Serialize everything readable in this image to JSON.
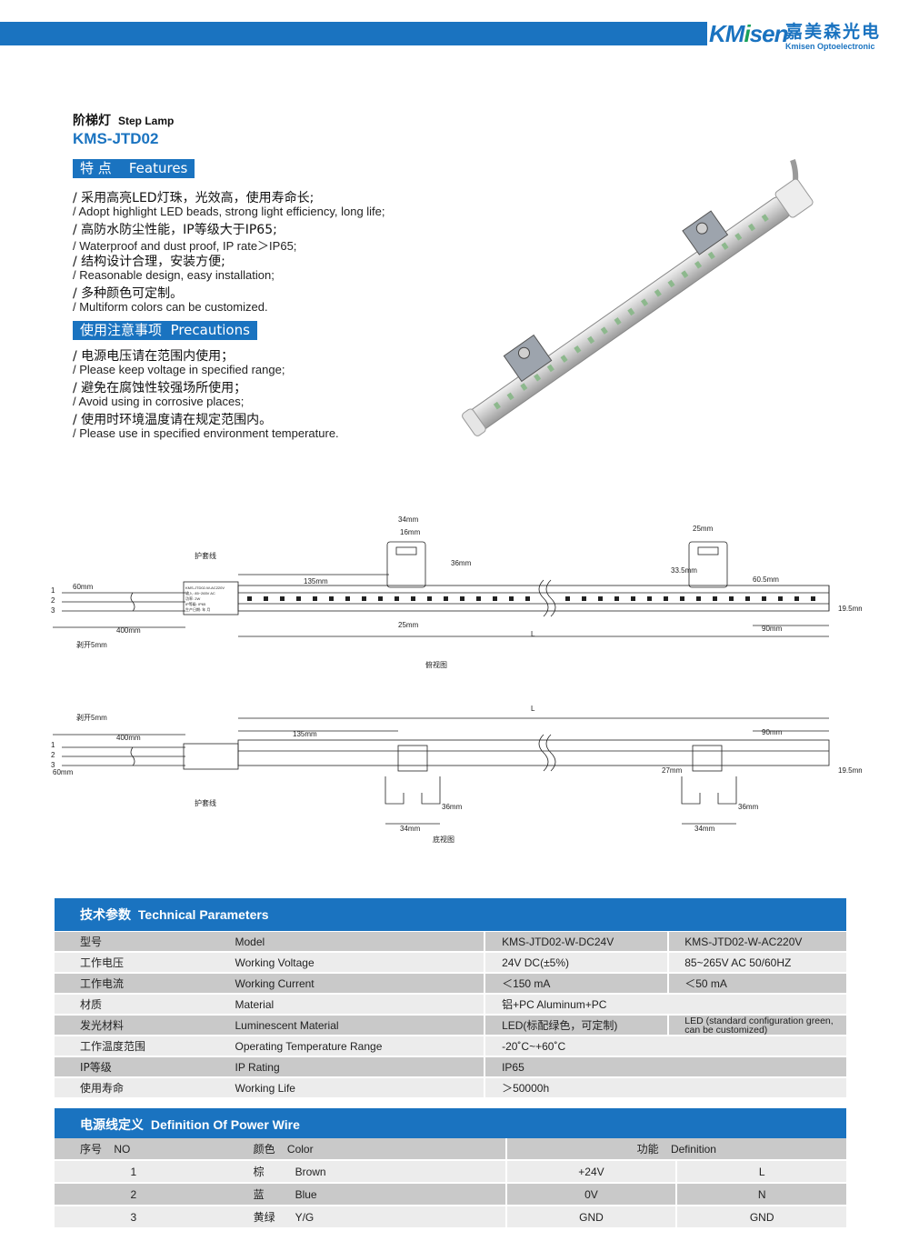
{
  "brand": {
    "logo_mark_a": "KM",
    "logo_mark_b": "i",
    "logo_mark_c": "sen",
    "name_cn": "嘉美森光电",
    "name_en": "Kmisen Optoelectronic"
  },
  "product": {
    "title_cn": "阶梯灯",
    "title_en": "Step Lamp",
    "model": "KMS-JTD02"
  },
  "features": {
    "tag_cn": "特 点",
    "tag_en": "Features",
    "items": [
      "/ 采用高亮LED灯珠，光效高，使用寿命长;",
      "/ Adopt highlight LED beads, strong light efficiency, long life;",
      "/ 高防水防尘性能，IP等级大于IP65;",
      "/ Waterproof and dust proof, IP rate＞IP65;",
      "/ 结构设计合理，安装方便;",
      "/ Reasonable design, easy installation;",
      "/ 多种颜色可定制。",
      "/ Multiform colors can be customized."
    ]
  },
  "precautions": {
    "tag_cn": "使用注意事项",
    "tag_en": "Precautions",
    "items": [
      "/ 电源电压请在范围内使用；",
      "/ Please keep voltage in specified range;",
      "/ 避免在腐蚀性较强场所使用；",
      "/ Avoid using in corrosive places;",
      "/ 使用时环境温度请在规定范围内。",
      "/ Please use in specified environment temperature."
    ]
  },
  "drawing": {
    "top_view": {
      "caption": "俯视图",
      "sheath": "护套线",
      "strip": "剥开5mm",
      "dims": [
        "60mm",
        "400mm",
        "135mm",
        "34mm",
        "16mm",
        "36mm",
        "25mm",
        "25mm",
        "33.5mm",
        "60.5mm",
        "19.5mm",
        "90mm",
        "L"
      ],
      "wires": [
        "1",
        "2",
        "3"
      ],
      "label_text": [
        "KMS-JTD02-W-AC220V",
        "输入: 85~265V AC",
        "功率: 2W",
        "IP等级: IP65",
        "生产日期: 年 月"
      ]
    },
    "bottom_view": {
      "caption": "底视图",
      "sheath": "护套线",
      "strip": "剥开5mm",
      "dims": [
        "400mm",
        "60mm",
        "135mm",
        "90mm",
        "L",
        "27mm",
        "19.5mm",
        "36mm",
        "34mm",
        "36mm",
        "34mm"
      ],
      "wires": [
        "1",
        "2",
        "3"
      ]
    }
  },
  "tech_params": {
    "header_cn": "技术参数",
    "header_en": "Technical Parameters",
    "rows": [
      {
        "cn": "型号",
        "en": "Model",
        "v1": "KMS-JTD02-W-DC24V",
        "v2": "KMS-JTD02-W-AC220V"
      },
      {
        "cn": "工作电压",
        "en": "Working Voltage",
        "v1": "24V  DC(±5%)",
        "v2": "85~265V AC 50/60HZ"
      },
      {
        "cn": "工作电流",
        "en": "Working Current",
        "v1": "＜150 mA",
        "v2": "＜50 mA"
      },
      {
        "cn": "材质",
        "en": "Material",
        "v1": "铝+PC  Aluminum+PC",
        "v2": ""
      },
      {
        "cn": "发光材料",
        "en": "Luminescent Material",
        "v1": "LED(标配绿色，可定制)",
        "v2": "LED (standard configuration green, can be customized)"
      },
      {
        "cn": "工作温度范围",
        "en": "Operating Temperature Range",
        "v1": "-20˚C~+60˚C",
        "v2": ""
      },
      {
        "cn": "IP等级",
        "en": "IP Rating",
        "v1": "IP65",
        "v2": ""
      },
      {
        "cn": "使用寿命",
        "en": "Working Life",
        "v1": "＞50000h",
        "v2": ""
      }
    ]
  },
  "power_wire": {
    "header_cn": "电源线定义",
    "header_en": "Definition Of Power Wire",
    "head": {
      "no_cn": "序号",
      "no_en": "NO",
      "color_cn": "颜色",
      "color_en": "Color",
      "def_cn": "功能",
      "def_en": "Definition"
    },
    "rows": [
      {
        "no": "1",
        "cn": "棕",
        "en": "Brown",
        "dc": "+24V",
        "ac": "L"
      },
      {
        "no": "2",
        "cn": "蓝",
        "en": "Blue",
        "dc": "0V",
        "ac": "N"
      },
      {
        "no": "3",
        "cn": "黄绿",
        "en": "Y/G",
        "dc": "GND",
        "ac": "GND"
      }
    ]
  },
  "colors": {
    "accent": "#1a73c0",
    "logo_green": "#17a05a",
    "row_dark": "#c9c9c9",
    "row_light": "#ececec"
  }
}
